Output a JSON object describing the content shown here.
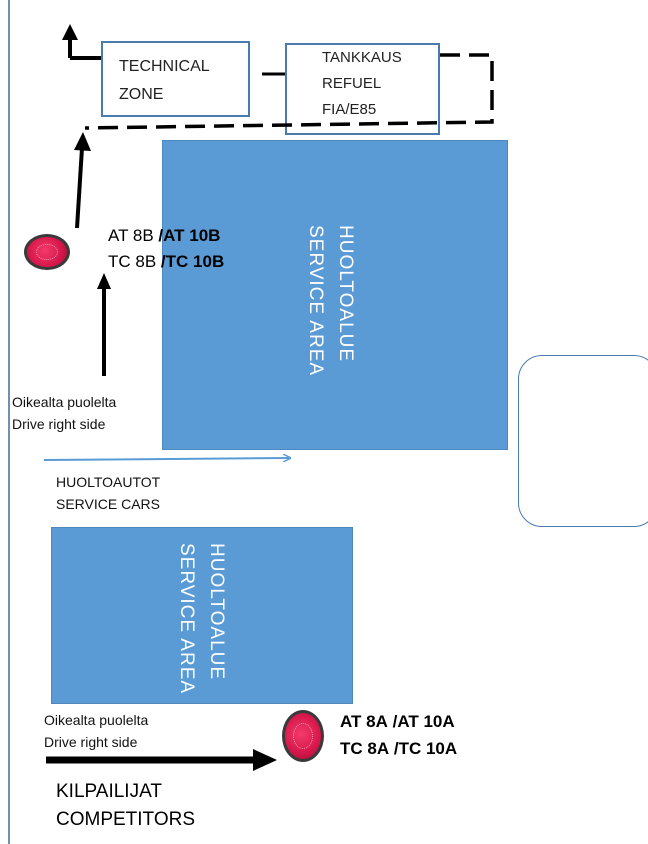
{
  "technical_zone": {
    "line1": "TECHNICAL",
    "line2": "ZONE"
  },
  "refuel_zone": {
    "line1": "TANKKAUS",
    "line2": "REFUEL",
    "line3": "FIA/E85"
  },
  "service_area_upper": {
    "line1": "HUOLTOALUE",
    "line2": "SERVICE AREA"
  },
  "service_area_lower": {
    "line1": "HUOLTOALUE",
    "line2": "SERVICE AREA"
  },
  "checkpoint_b": {
    "at": "AT 8B",
    "at_alt": "/AT 10B",
    "tc": "TC 8B",
    "tc_alt": "/TC 10B"
  },
  "checkpoint_a": {
    "at": "AT 8A",
    "at_alt": "/AT 10A",
    "tc": "TC 8A",
    "tc_alt": "/TC 10A"
  },
  "drive_note_upper": {
    "line1": "Oikealta puolelta",
    "line2": "Drive right side"
  },
  "drive_note_lower": {
    "line1": "Oikealta puolelta",
    "line2": "Drive right side"
  },
  "service_cars": {
    "line1": "HUOLTOAUTOT",
    "line2": "SERVICE CARS"
  },
  "competitors": {
    "line1": "KILPAILIJAT",
    "line2": "COMPETITORS"
  },
  "colors": {
    "service_area": "#5b9bd5",
    "zone_border": "#4a7ab0",
    "control_sign": "#d9194d",
    "route_line": "#000000",
    "service_car_arrow": "#5b9bd5"
  }
}
